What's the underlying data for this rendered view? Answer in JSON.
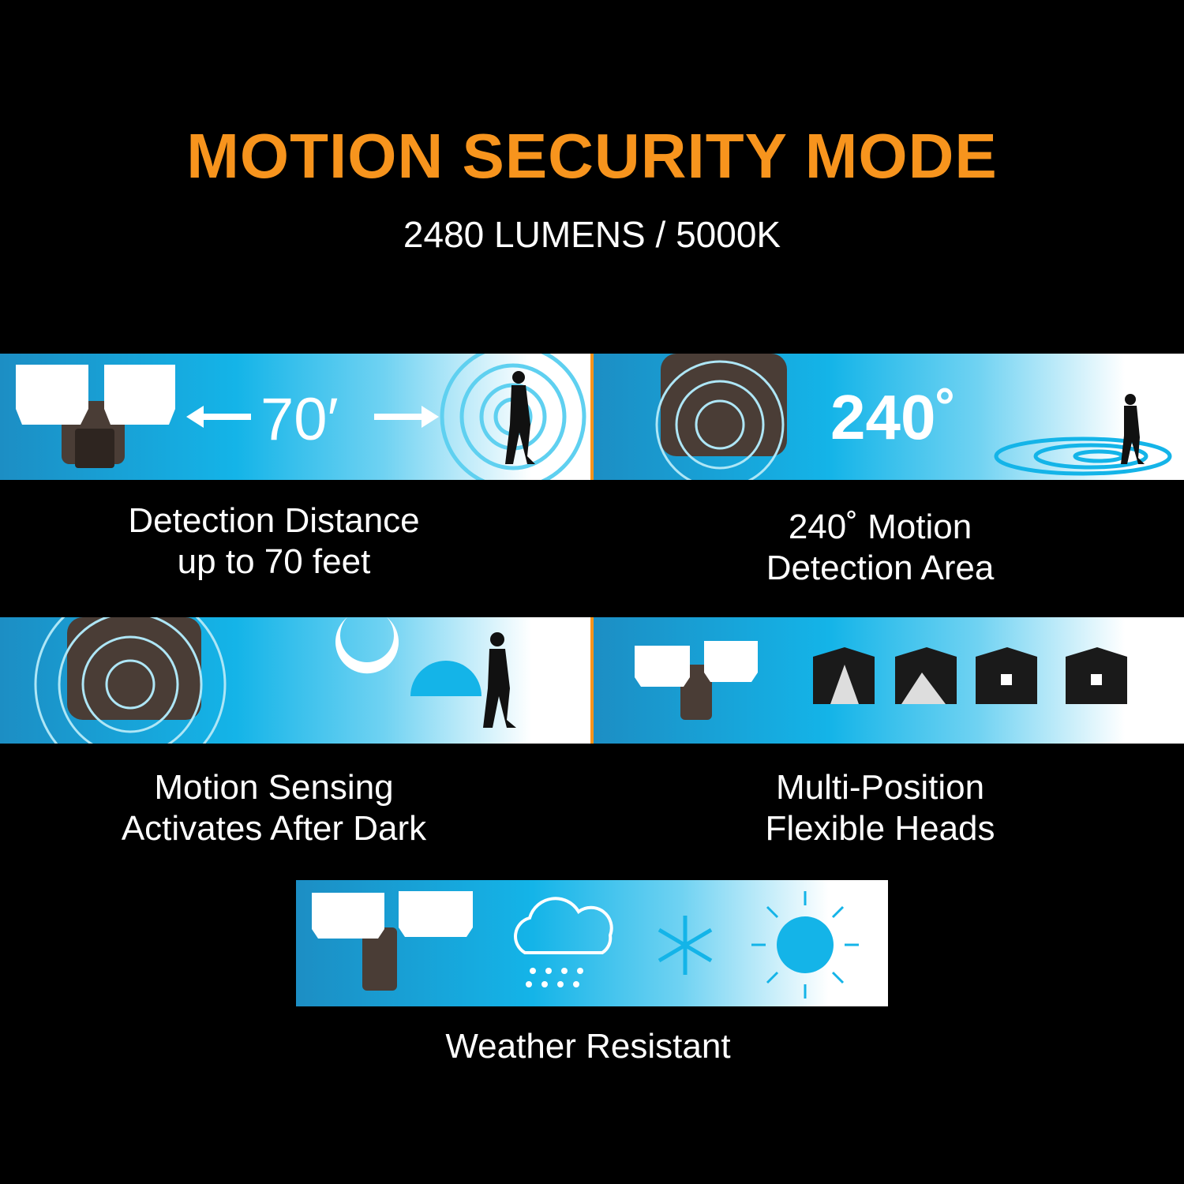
{
  "header": {
    "title": "MOTION SECURITY MODE",
    "subtitle": "2480 LUMENS / 5000K"
  },
  "features": [
    {
      "graphic_text": "70′",
      "caption_line1": "Detection Distance",
      "caption_line2": "up to 70 feet"
    },
    {
      "graphic_text": "240˚",
      "caption_line1": "240˚ Motion",
      "caption_line2": "Detection Area"
    },
    {
      "caption_line1": "Motion Sensing",
      "caption_line2": "Activates After Dark"
    },
    {
      "caption_line1": "Multi-Position",
      "caption_line2": "Flexible Heads"
    },
    {
      "caption_line1": "Weather Resistant"
    }
  ],
  "colors": {
    "accent": "#f7941d",
    "blue": "#14b4e8"
  }
}
